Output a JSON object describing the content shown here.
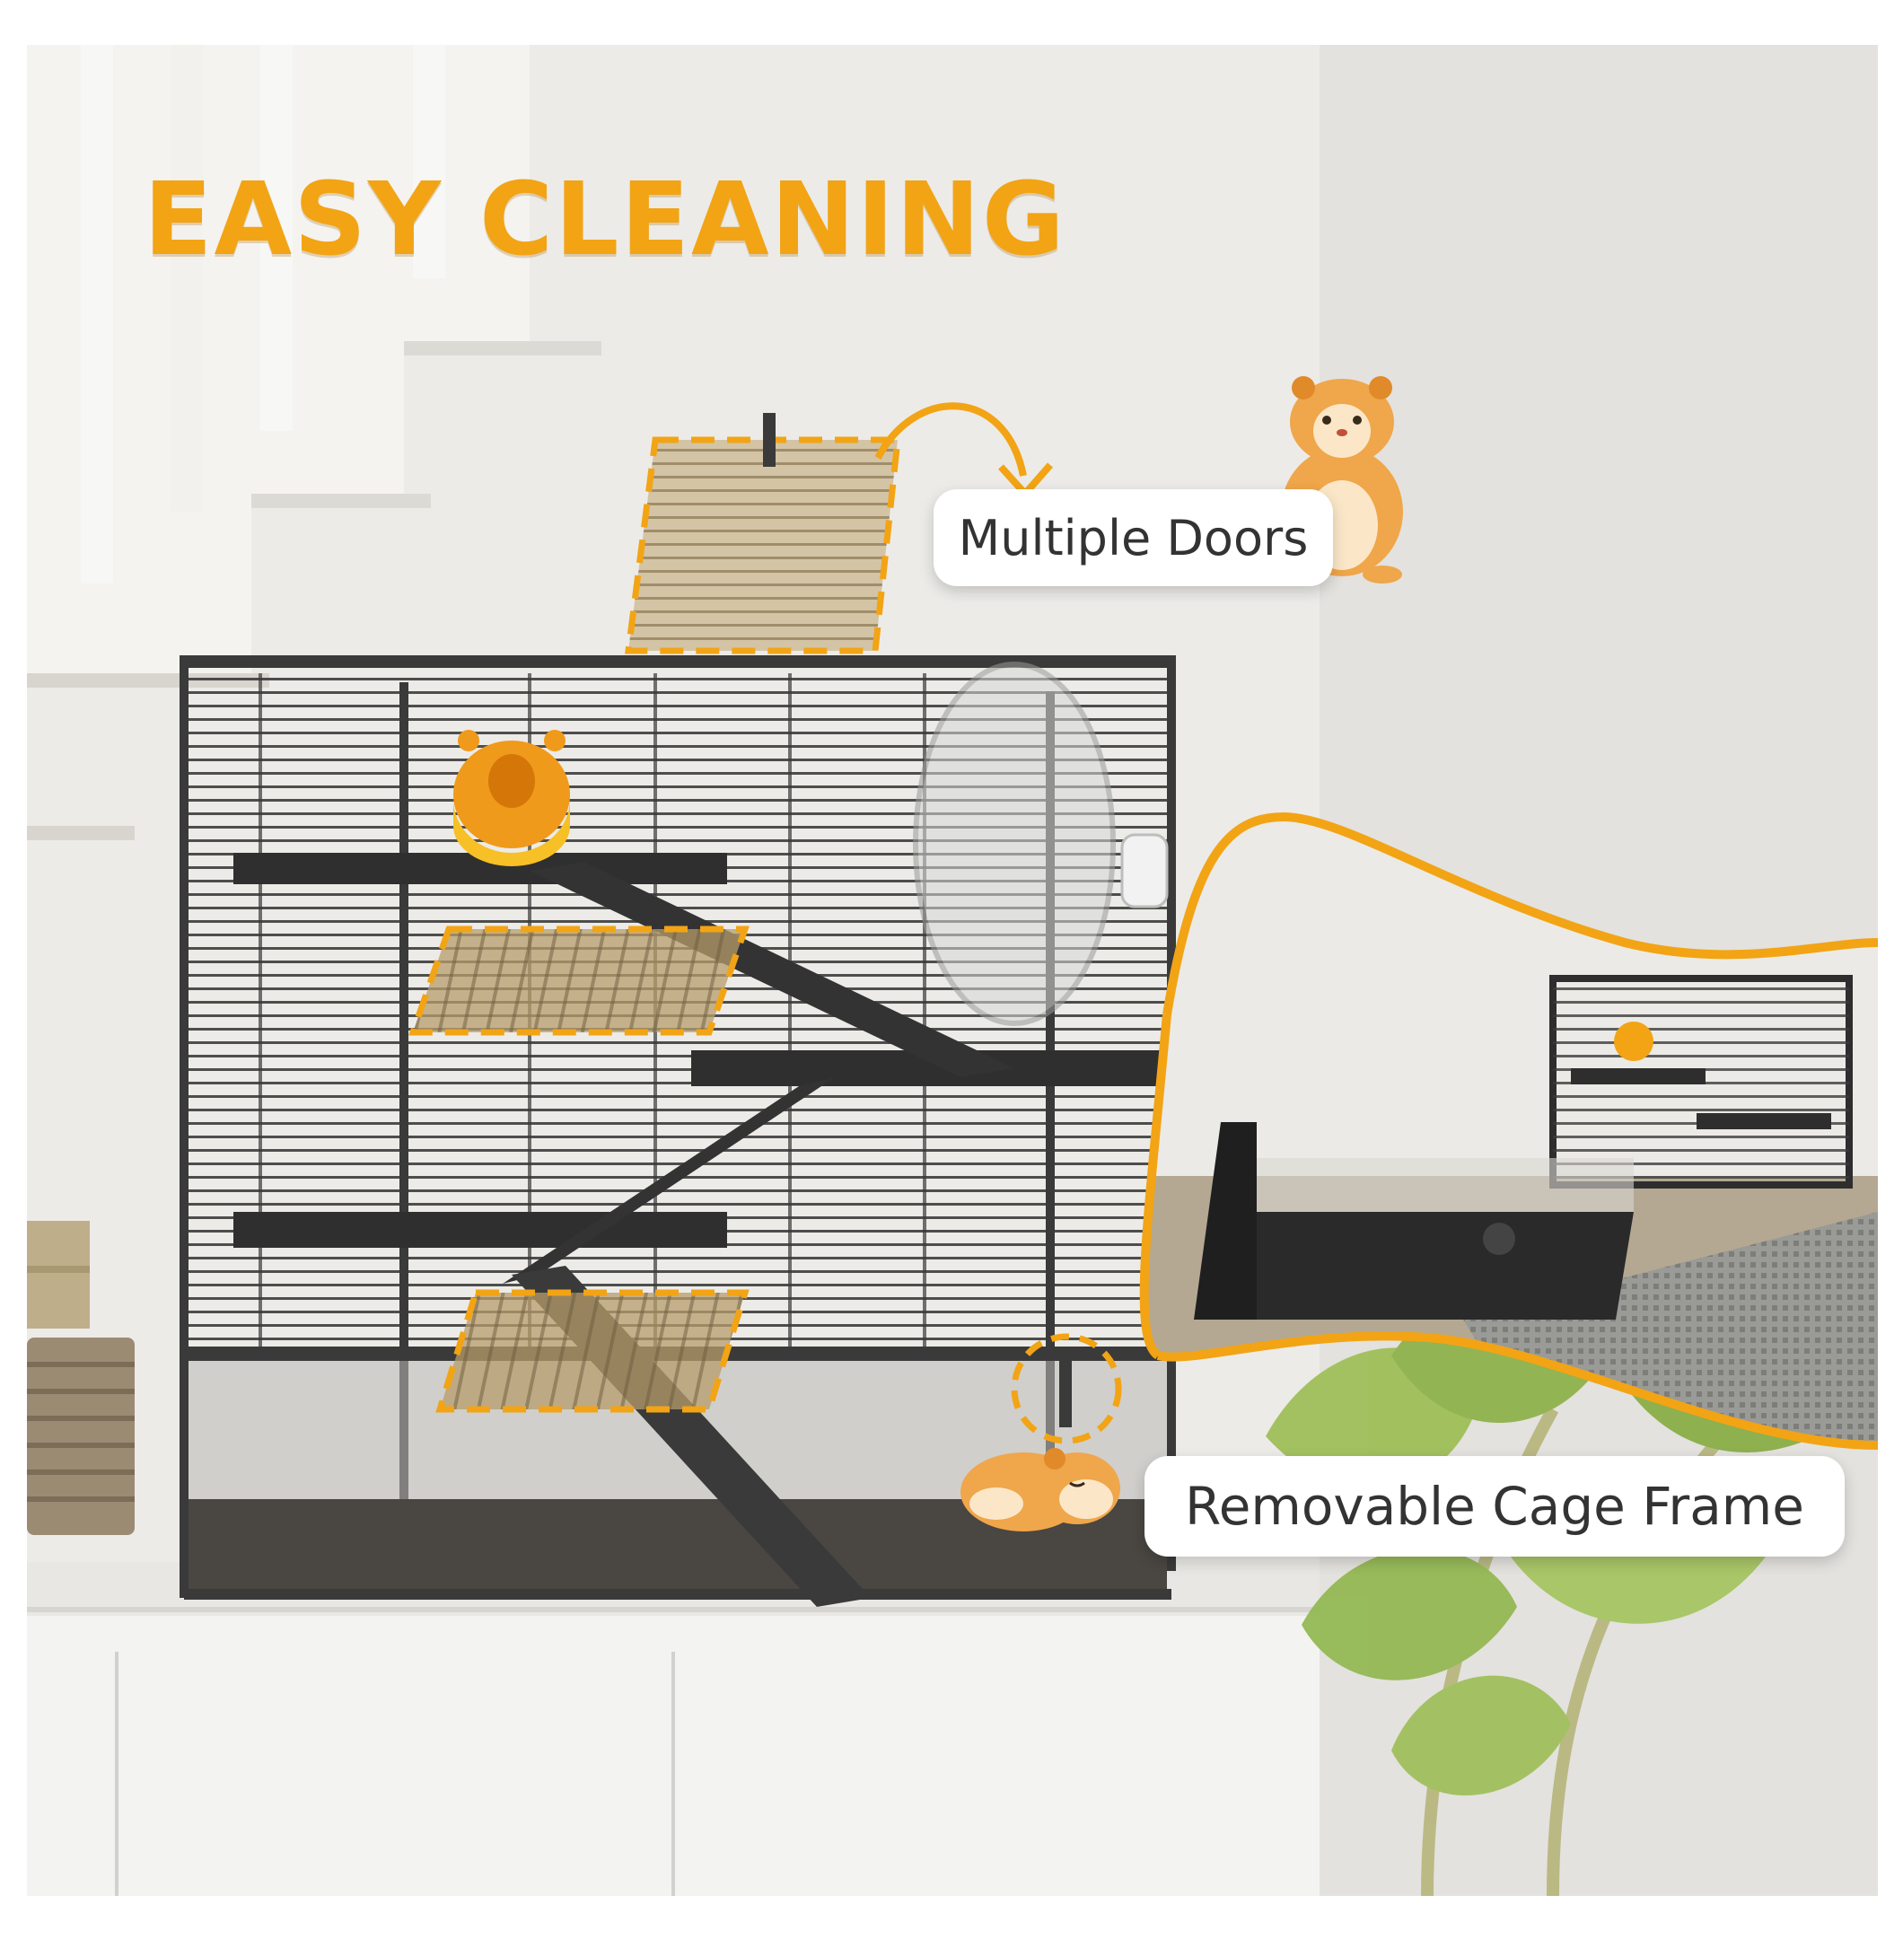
{
  "headline": "EASY CLEANING",
  "callouts": {
    "doors": "Multiple Doors",
    "frame": "Removable Cage Frame"
  },
  "colors": {
    "accent": "#f2a415",
    "cage": "#3a3a3a",
    "wall": "#e9e9e7"
  },
  "icons": [
    "hamster-icon",
    "sleeping-hamster-icon",
    "curved-arrow-icon"
  ]
}
